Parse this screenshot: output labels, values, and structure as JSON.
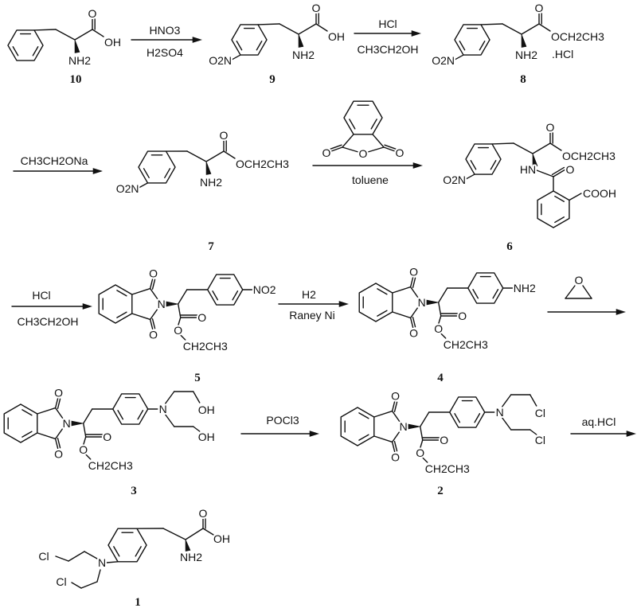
{
  "reagents": {
    "step1_top": "HNO3",
    "step1_bottom": "H2SO4",
    "step2_top": "HCl",
    "step2_bottom": "CH3CH2OH",
    "step3_top": "CH3CH2ONa",
    "step4_bottom": "toluene",
    "step5_top": "HCl",
    "step5_bottom": "CH3CH2OH",
    "step6_top": "H2",
    "step6_bottom": "Raney Ni",
    "step8_top": "POCl3",
    "step9_top": "aq.HCl"
  },
  "compound_numbers": {
    "c10": "10",
    "c9": "9",
    "c8": "8",
    "c7": "7",
    "c6": "6",
    "c5": "5",
    "c4": "4",
    "c3": "3",
    "c2": "2",
    "c1": "1"
  },
  "atoms": {
    "O": "O",
    "N": "N",
    "OH": "OH",
    "NH2": "NH2",
    "O2N": "O2N",
    "NO2": "NO2",
    "OEt": "OCH2CH3",
    "Et": "CH2CH3",
    "HCl_salt": ".HCl",
    "HN": "HN",
    "COOH": "COOH",
    "Cl": "Cl"
  }
}
